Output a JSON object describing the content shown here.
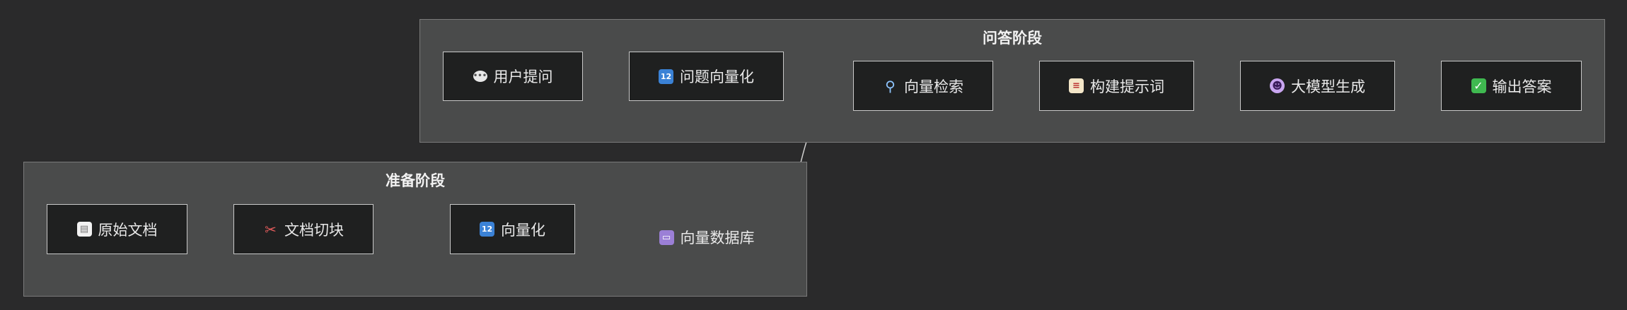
{
  "clusters": {
    "qa": {
      "title": "问答阶段"
    },
    "prep": {
      "title": "准备阶段"
    }
  },
  "nodes": {
    "user_question": {
      "label": "用户提问",
      "icon": "speech-bubble-icon"
    },
    "question_vectorize": {
      "label": "问题向量化",
      "icon": "input-numbers-icon"
    },
    "vector_search": {
      "label": "向量检索",
      "icon": "magnifier-icon"
    },
    "build_prompt": {
      "label": "构建提示词",
      "icon": "clipboard-icon"
    },
    "llm_generate": {
      "label": "大模型生成",
      "icon": "robot-icon"
    },
    "output_answer": {
      "label": "输出答案",
      "icon": "check-mark-icon"
    },
    "raw_docs": {
      "label": "原始文档",
      "icon": "document-icon"
    },
    "doc_chunk": {
      "label": "文档切块",
      "icon": "scissors-icon"
    },
    "vectorize": {
      "label": "向量化",
      "icon": "input-numbers-icon"
    },
    "vector_db": {
      "label": "向量数据库",
      "icon": "database-icon"
    }
  },
  "edges": [
    {
      "from": "user_question",
      "to": "question_vectorize"
    },
    {
      "from": "question_vectorize",
      "to": "vector_search"
    },
    {
      "from": "vector_search",
      "to": "build_prompt"
    },
    {
      "from": "build_prompt",
      "to": "llm_generate"
    },
    {
      "from": "llm_generate",
      "to": "output_answer"
    },
    {
      "from": "raw_docs",
      "to": "doc_chunk"
    },
    {
      "from": "doc_chunk",
      "to": "vectorize"
    },
    {
      "from": "vectorize",
      "to": "vector_db"
    },
    {
      "from": "vector_db",
      "to": "vector_search"
    }
  ],
  "colors": {
    "background": "#2a2a2b",
    "cluster_fill": "#4a4b4b",
    "cluster_border": "#7a7a7a",
    "node_fill": "#1f2020",
    "node_border": "#c9c9c9",
    "edge": "#d0d0d0",
    "text": "#e9e9e9"
  }
}
